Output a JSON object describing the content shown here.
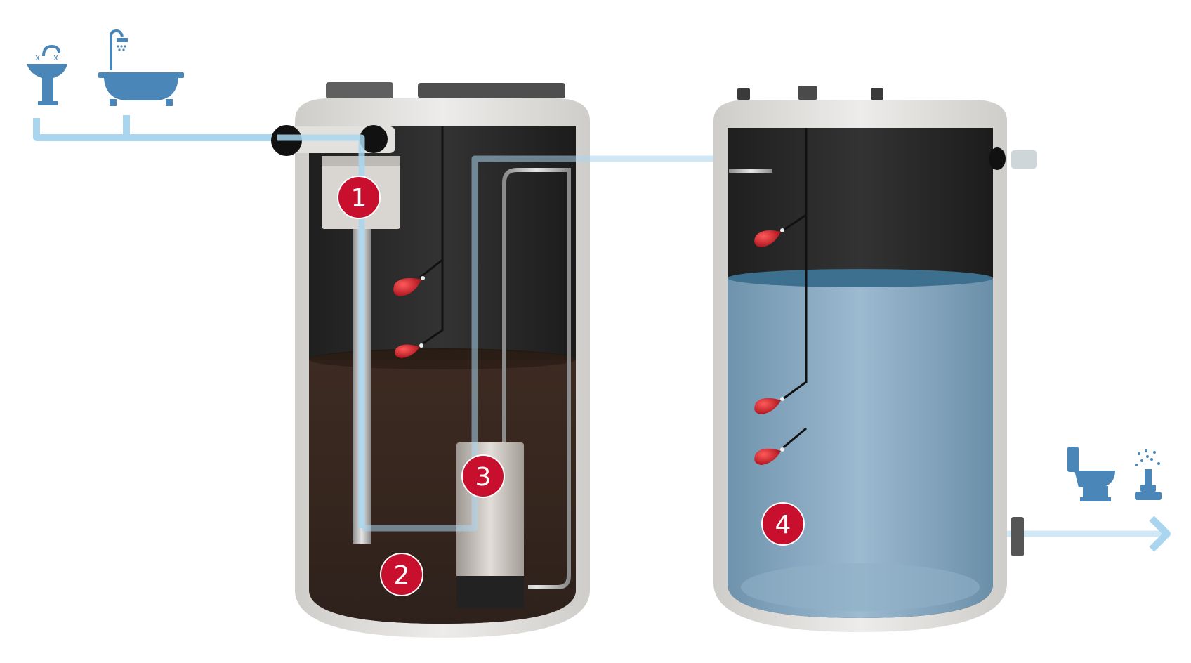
{
  "diagram": {
    "markers": [
      {
        "id": "1",
        "label": "1"
      },
      {
        "id": "2",
        "label": "2"
      },
      {
        "id": "3",
        "label": "3"
      },
      {
        "id": "4",
        "label": "4"
      }
    ],
    "icons": {
      "input": [
        "sink-icon",
        "bathtub-shower-icon"
      ],
      "output": [
        "toilet-icon",
        "garden-sprinkler-icon"
      ]
    },
    "colors": {
      "pipe": "#a9d6ee",
      "icon": "#4a86b8",
      "badge": "#c8102e",
      "tank_shell": "#e2e0dd",
      "tank_interior": "#2b2b2b",
      "greywater": "#3a2a22",
      "clean_water": "#7ea4bf"
    }
  }
}
